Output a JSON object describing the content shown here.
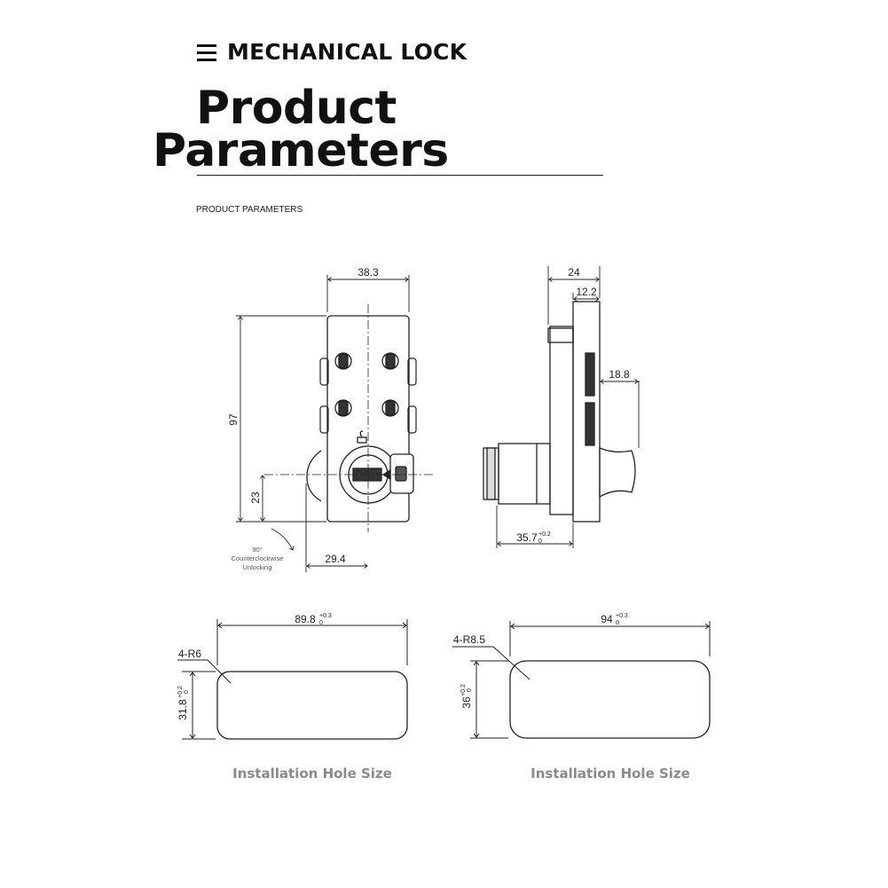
{
  "header": {
    "brand": "MECHANICAL LOCK",
    "title_line1": "Product",
    "title_line2": "Parameters",
    "subheading": "PRODUCT PARAMETERS"
  },
  "front_view": {
    "width": "38.3",
    "height": "97",
    "cam_height": "23",
    "cam_offset": "29.4",
    "rotation_note": [
      "90°",
      "Counterclockwise",
      "Unlocking"
    ]
  },
  "side_view": {
    "depth": "24",
    "inner_depth": "12.2",
    "knob": "18.8",
    "body": "35.7",
    "body_tol": [
      "+0.2",
      "0"
    ]
  },
  "holes": [
    {
      "width": "89.8",
      "width_tol": [
        "+0.3",
        "0"
      ],
      "radius": "4-R6",
      "height": "31.8",
      "height_tol": [
        "+0.2",
        "0"
      ],
      "caption": "Installation Hole Size"
    },
    {
      "width": "94",
      "width_tol": [
        "+0.3",
        "0"
      ],
      "radius": "4-R8.5",
      "height": "36",
      "height_tol": [
        "+0.2",
        "0"
      ],
      "caption": "Installation Hole Size"
    }
  ]
}
